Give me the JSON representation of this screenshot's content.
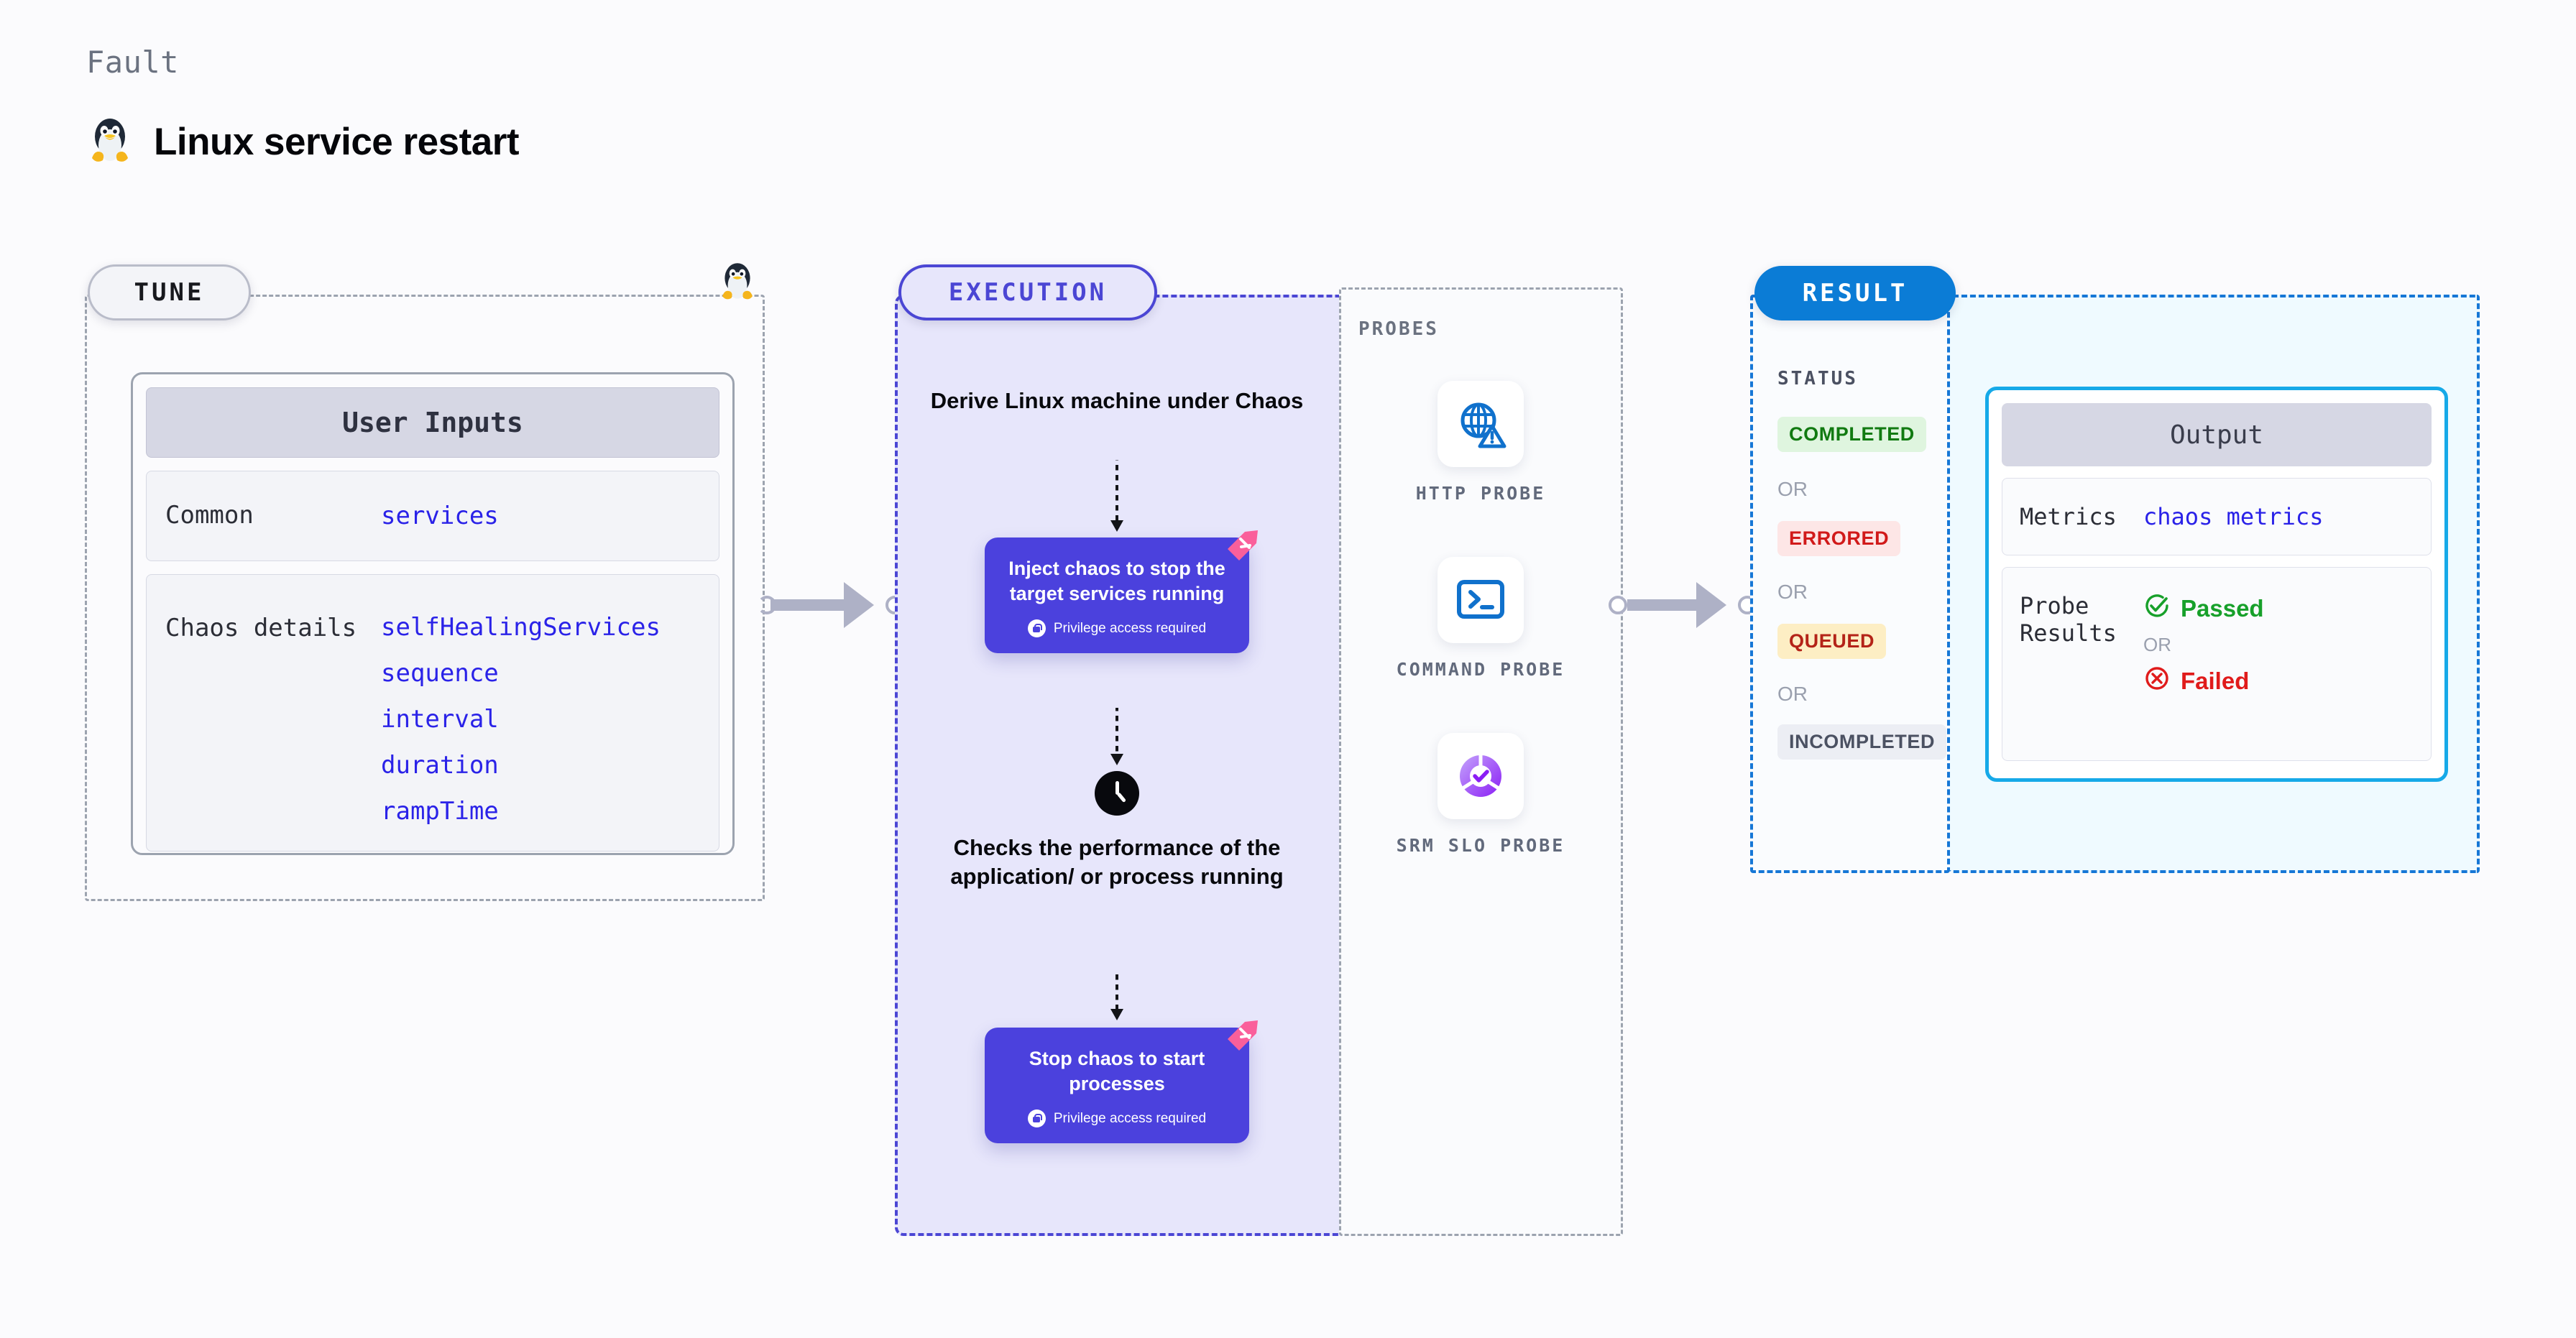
{
  "header": {
    "kicker": "Fault",
    "title": "Linux service restart",
    "icon": "tux-penguin-icon"
  },
  "tune": {
    "badge": "TUNE",
    "card_title": "User Inputs",
    "rows": [
      {
        "key": "Common",
        "values": [
          "services"
        ]
      },
      {
        "key": "Chaos details",
        "values": [
          "selfHealingServices",
          "sequence",
          "interval",
          "duration",
          "rampTime"
        ]
      }
    ]
  },
  "execution": {
    "badge": "EXECUTION",
    "derive_text": "Derive Linux machine under Chaos",
    "inject_card": {
      "title": "Inject chaos to stop the target services running",
      "privilege": "Privilege access required",
      "icon": "lock-icon",
      "ribbon": "chaos-ribbon-icon"
    },
    "checks_text": "Checks the performance of the application/ or process running",
    "checks_icon": "clock-icon",
    "stop_card": {
      "title": "Stop chaos to start processes",
      "privilege": "Privilege access required",
      "icon": "lock-icon",
      "ribbon": "chaos-ribbon-icon"
    }
  },
  "probes": {
    "label": "PROBES",
    "items": [
      {
        "name": "HTTP PROBE",
        "icon": "globe-warning-icon"
      },
      {
        "name": "COMMAND PROBE",
        "icon": "terminal-icon"
      },
      {
        "name": "SRM SLO PROBE",
        "icon": "slo-donut-check-icon"
      }
    ]
  },
  "result": {
    "badge": "RESULT",
    "status_label": "STATUS",
    "or_label": "OR",
    "statuses": [
      {
        "label": "COMPLETED",
        "color": "#117a11",
        "bg": "#dff5df"
      },
      {
        "label": "ERRORED",
        "color": "#d11a1a",
        "bg": "#fde6e6"
      },
      {
        "label": "QUEUED",
        "color": "#b42318",
        "bg": "#fdeec4"
      },
      {
        "label": "INCOMPLETED",
        "color": "#4b5162",
        "bg": "#eceef4"
      }
    ],
    "output": {
      "title": "Output",
      "metrics_key": "Metrics",
      "metrics_value": "chaos metrics",
      "probe_key": "Probe Results",
      "passed": "Passed",
      "failed": "Failed",
      "passed_color": "#17a02a",
      "failed_color": "#e01b1b"
    }
  },
  "colors": {
    "accent_indigo": "#4b41dd",
    "accent_blue": "#0b7cd6",
    "accent_cyan": "#16a9e8",
    "param_blue": "#2a22e8",
    "ribbon_pink": "#fa5f9b"
  }
}
